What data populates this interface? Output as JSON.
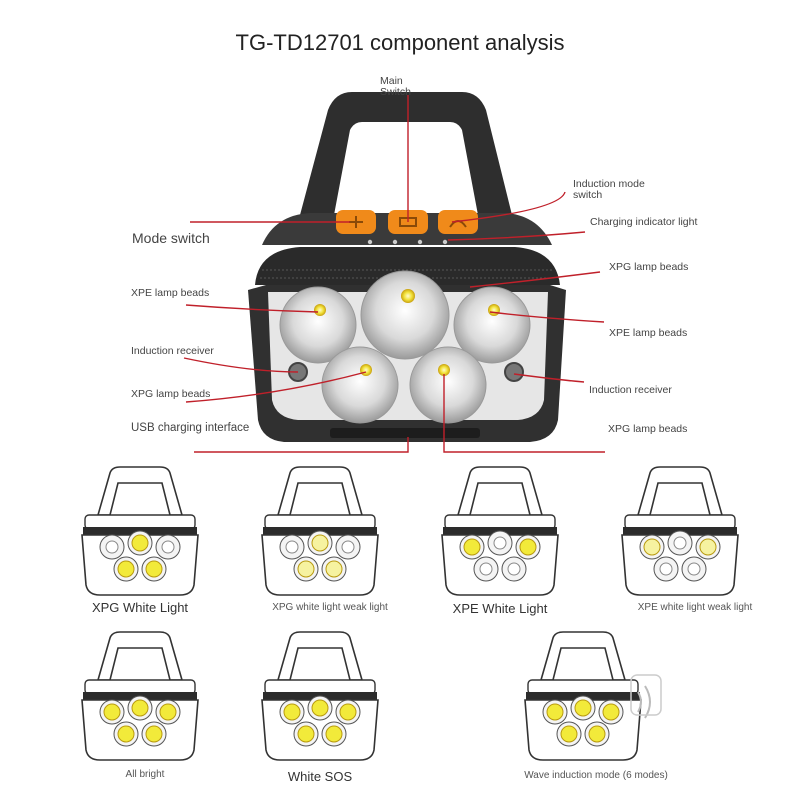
{
  "title": "TG-TD12701 component analysis",
  "labels": {
    "main_switch_1": "Main",
    "main_switch_2": "Switch",
    "induction_mode_1": "Induction mode",
    "induction_mode_2": "switch",
    "charging_indicator": "Charging indicator light",
    "mode_switch": "Mode switch",
    "xpg_top_right": "XPG lamp beads",
    "xpe_left": "XPE lamp beads",
    "xpe_right": "XPE lamp beads",
    "induction_receiver_left": "Induction receiver",
    "induction_receiver_right": "Induction receiver",
    "xpg_left": "XPG lamp beads",
    "usb": "USB charging interface",
    "xpg_bottom_right": "XPG lamp beads"
  },
  "modes": [
    {
      "caption": "XPG White Light"
    },
    {
      "caption": "XPG white light weak light"
    },
    {
      "caption": "XPE White Light"
    },
    {
      "caption": "XPE white light weak light"
    },
    {
      "caption": "All bright"
    },
    {
      "caption": "White SOS"
    },
    {
      "caption": "Wave induction mode (6 modes)"
    }
  ],
  "colors": {
    "leader_line": "#c0202a",
    "button": "#f08a1a",
    "body_dark": "#2c2c2c",
    "lit_bead": "#f2ea3a"
  }
}
